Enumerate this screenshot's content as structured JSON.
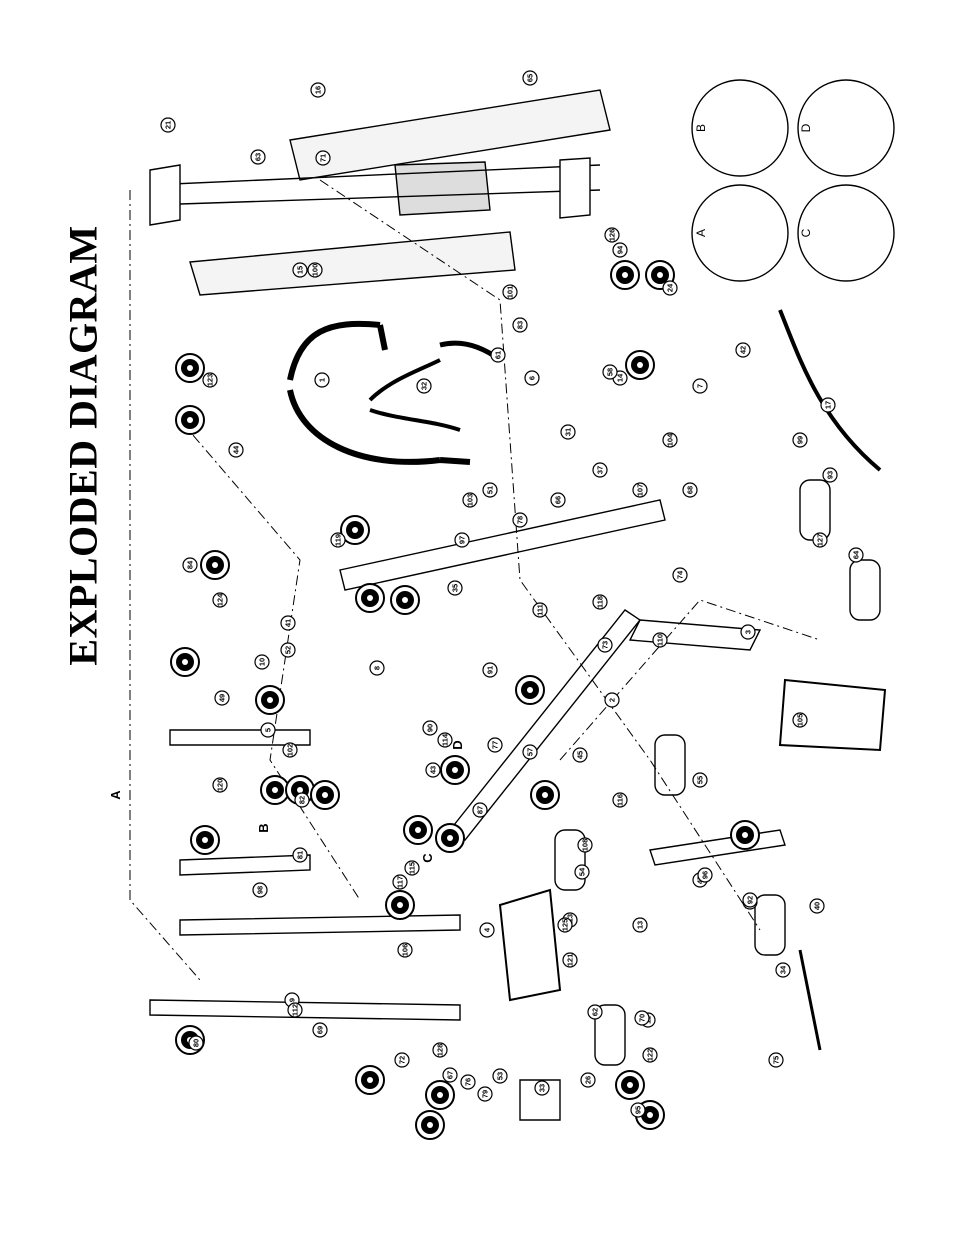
{
  "title": "EXPLODED DIAGRAM",
  "detail_letters": [
    "A",
    "B",
    "C",
    "D"
  ],
  "inset_letters": [
    "A",
    "B",
    "C",
    "D"
  ],
  "part_callouts": [
    "1",
    "2",
    "3",
    "4",
    "5",
    "6",
    "7",
    "8",
    "9",
    "10",
    "11",
    "13",
    "14",
    "15",
    "16",
    "17",
    "21",
    "24",
    "26",
    "31",
    "32",
    "33",
    "34",
    "35",
    "37",
    "40",
    "41",
    "42",
    "43",
    "44",
    "45",
    "47",
    "49",
    "51",
    "52",
    "53",
    "54",
    "55",
    "57",
    "58",
    "60",
    "61",
    "62",
    "63",
    "64",
    "65",
    "66",
    "67",
    "68",
    "69",
    "70",
    "71",
    "72",
    "73",
    "74",
    "75",
    "76",
    "77",
    "78",
    "79",
    "80",
    "81",
    "82",
    "83",
    "84",
    "87",
    "90",
    "91",
    "92",
    "93",
    "94",
    "95",
    "96",
    "97",
    "98",
    "99",
    "100",
    "101",
    "102",
    "103",
    "104",
    "105",
    "106",
    "107",
    "108",
    "110",
    "111",
    "112",
    "113",
    "114",
    "115",
    "116",
    "117",
    "118",
    "119",
    "120",
    "121",
    "122",
    "123",
    "124",
    "125",
    "126",
    "127",
    "128"
  ],
  "colors": {
    "ink": "#000000",
    "paper": "#ffffff"
  }
}
